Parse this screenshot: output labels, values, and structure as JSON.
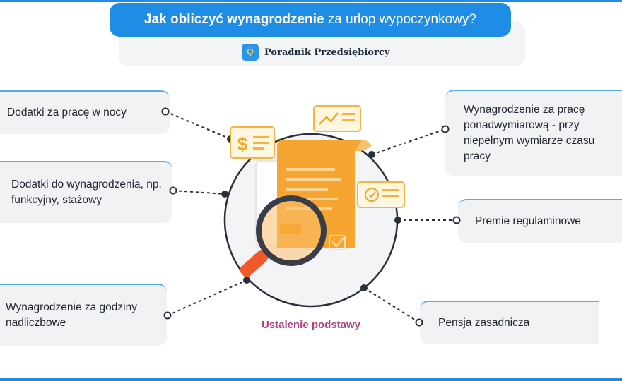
{
  "header": {
    "title_bold": "Jak obliczyć wynagrodzenie",
    "title_rest": "za urlop wypoczynkowy?",
    "brand": "Poradnik Przedsiębiorcy",
    "brand_icon": "lightbulb-icon"
  },
  "center": {
    "caption": "Ustalenie podstawy"
  },
  "items": {
    "night_allowance": "Dodatki za pracę w nocy",
    "salary_additions": "Dodatki do wynagrodzenia, np. funkcyjny, stażowy",
    "overtime_pay": "Wynagrodzenie za godziny nadliczbowe",
    "over_norm_pay": "Wynagrodzenie za pracę ponadwymiarową - przy niepełnym wymiarze czasu pracy",
    "bonuses": "Premie regulaminowe",
    "base_salary": "Pensja zasadnicza"
  },
  "colors": {
    "accent": "#1f8de6",
    "caption": "#b1407f",
    "document": "#f7a835",
    "dark": "#2b2f3a"
  }
}
